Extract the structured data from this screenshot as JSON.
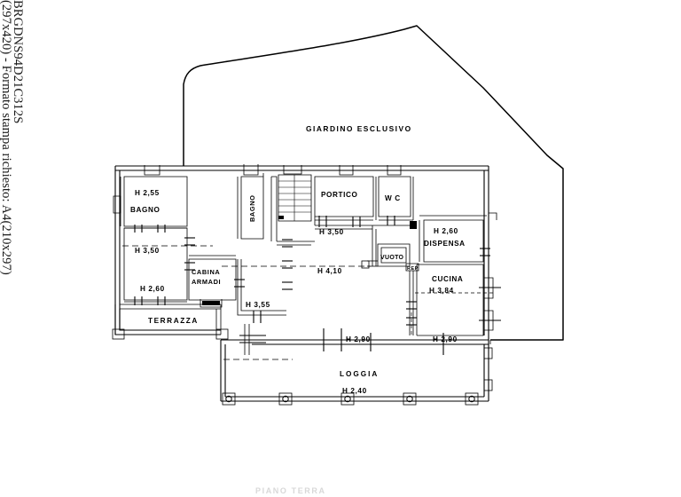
{
  "document": {
    "type": "architectural-floor-plan",
    "language": "it",
    "margin_note_line1": "BRGDNS94D21C312S",
    "margin_note_line2": "(297x420) - Formato stampa richiesto: A4(210x297)",
    "footer_caption": "PIANO TERRA"
  },
  "plan": {
    "garden": {
      "label": "GIARDINO ESCLUSIVO"
    },
    "rooms": [
      {
        "id": "bagno-top",
        "name": "BAGNO",
        "height_label": "H 2,55",
        "height_value": 2.55
      },
      {
        "id": "camera-left",
        "name": "",
        "height_label": "H 3,50",
        "height_value": 3.5
      },
      {
        "id": "terrazza-h",
        "name": "",
        "height_label": "H 2,60",
        "height_value": 2.6
      },
      {
        "id": "terrazza",
        "name": "TERRAZZA",
        "height_label": "",
        "height_value": null
      },
      {
        "id": "cabina",
        "name": "CABINA",
        "name2": "ARMADI",
        "height_label": "",
        "height_value": null
      },
      {
        "id": "bagno-mid",
        "name": "BAGNO",
        "height_label": "",
        "height_value": null
      },
      {
        "id": "disimpegno",
        "name": "",
        "height_label": "H 3,55",
        "height_value": 3.55
      },
      {
        "id": "portico",
        "name": "PORTICO",
        "height_label": "H 3,50",
        "height_value": 3.5
      },
      {
        "id": "wc",
        "name": "W C",
        "height_label": "",
        "height_value": null
      },
      {
        "id": "dispensa",
        "name": "DISPENSA",
        "height_label": "H 2,60",
        "height_value": 2.6
      },
      {
        "id": "cucina",
        "name": "CUCINA",
        "height_label": "H 3,84",
        "height_value": 3.84
      },
      {
        "id": "soggiorno",
        "name": "",
        "height_label": "H 4,10",
        "height_value": 4.1
      },
      {
        "id": "vuoto",
        "name": "VUOTO",
        "height_label": "",
        "height_value": null
      },
      {
        "id": "ripostiglio",
        "name": "REP",
        "height_label": "",
        "height_value": null
      },
      {
        "id": "loggia-l",
        "name": "",
        "height_label": "H 2,90",
        "height_value": 2.9
      },
      {
        "id": "loggia-r",
        "name": "",
        "height_label": "H 2,90",
        "height_value": 2.9
      },
      {
        "id": "loggia",
        "name": "LOGGIA",
        "height_label": "H 2,40",
        "height_value": 2.4
      }
    ],
    "features": {
      "staircase": "stair-icon",
      "columns_count": 5
    },
    "colors": {
      "line": "#000000",
      "background": "#ffffff",
      "margin_text": "#1a1a1a"
    }
  }
}
